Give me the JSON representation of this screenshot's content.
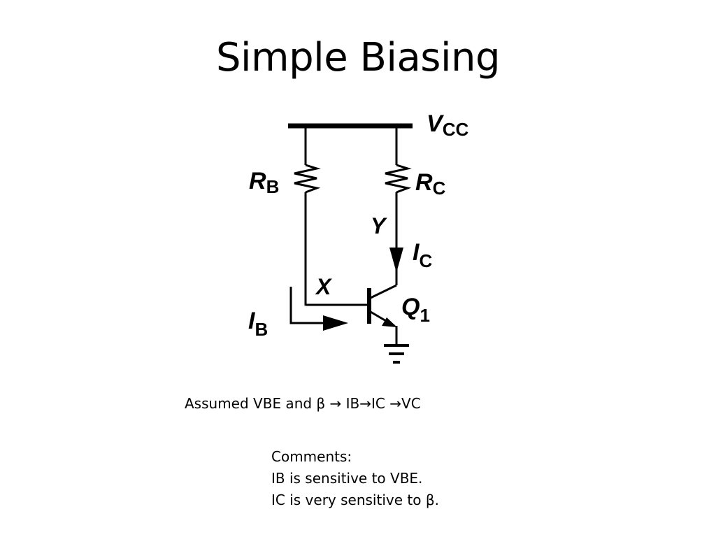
{
  "slide": {
    "title": "Simple Biasing"
  },
  "diagram": {
    "supply_label": "V",
    "supply_sub": "CC",
    "rb_label": "R",
    "rb_sub": "B",
    "rc_label": "R",
    "rc_sub": "C",
    "node_y": "Y",
    "node_x": "X",
    "ic_label": "I",
    "ic_sub": "C",
    "ib_label": "I",
    "ib_sub": "B",
    "transistor_label": "Q",
    "transistor_sub": "1"
  },
  "summary": {
    "text": "Assumed VBE and β → IB→IC →VC"
  },
  "comments": {
    "heading": "Comments:",
    "lines": [
      "IB is sensitive to VBE.",
      "IC is very sensitive to β."
    ]
  }
}
